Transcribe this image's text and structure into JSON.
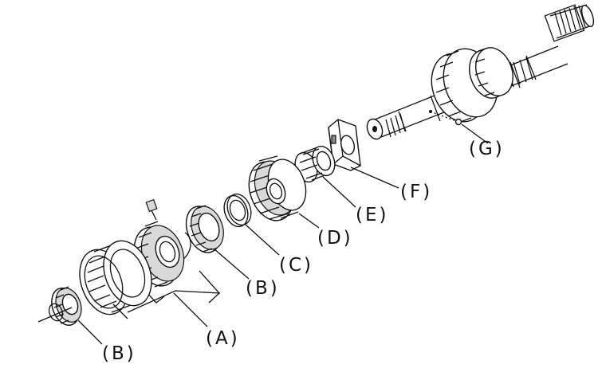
{
  "labels": {
    "A": "(A)",
    "B_left": "(B)",
    "B_mid": "(B)",
    "C": "(C)",
    "D": "(D)",
    "E": "(E)",
    "F": "(F)",
    "G": "(G)"
  }
}
